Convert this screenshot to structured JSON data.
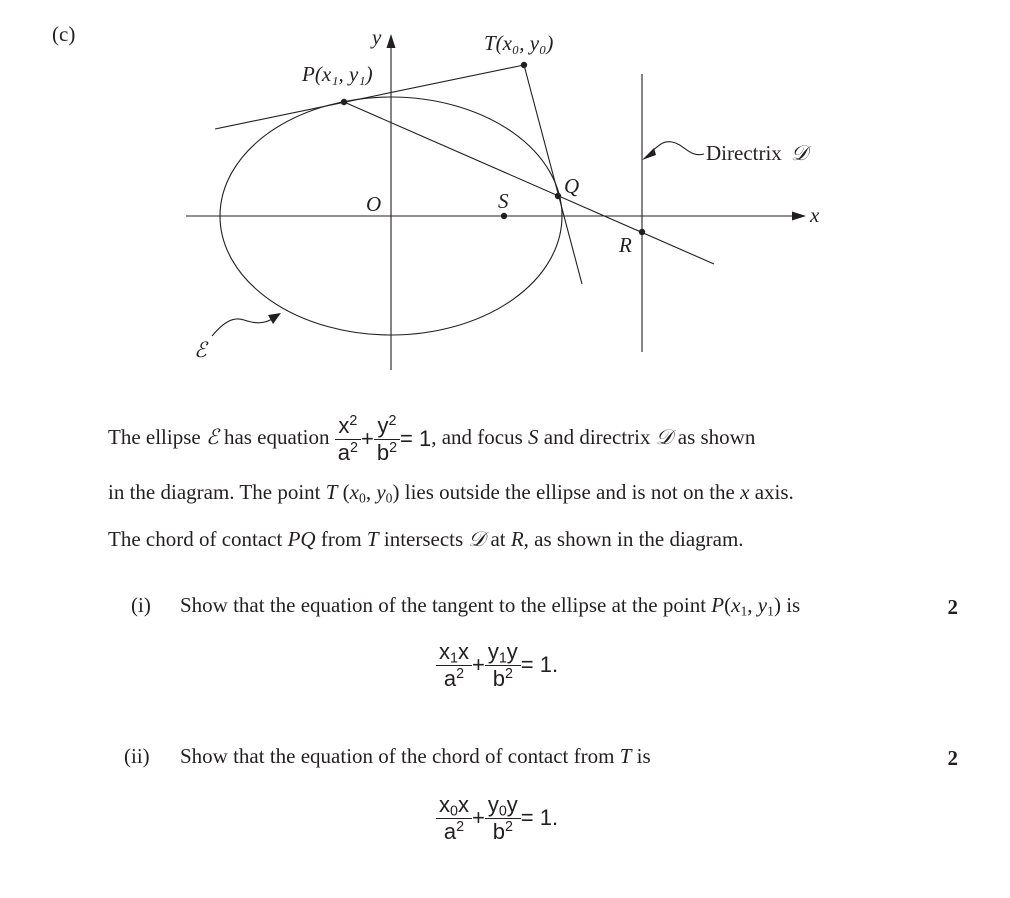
{
  "part": "(c)",
  "diagram": {
    "axis_x": "x",
    "axis_y": "y",
    "origin": "O",
    "focus": "S",
    "point_q": "Q",
    "point_r": "R",
    "point_t": "T(x₀, y₀)",
    "point_p": "P(x₁, y₁)",
    "directrix_label": "Directrix",
    "directrix_symbol": "𝒟",
    "ellipse_symbol": "ℰ"
  },
  "text": {
    "line1_a": "The ellipse",
    "ellipse_symbol": "ℰ",
    "line1_b": "has equation",
    "eq_x2": "x",
    "eq_a2": "a",
    "eq_y2": "y",
    "eq_b2": "b",
    "eq_one": "= 1",
    "line1_c": ", and focus",
    "focus": "S",
    "line1_d": "and directrix",
    "directrix_symbol": "𝒟",
    "line1_e": "as shown",
    "line2_a": "in the diagram. The point",
    "point_t": "T",
    "line2_b": "lies outside the ellipse and is not on the",
    "axis": "x",
    "line2_c": "axis.",
    "line3_a": "The chord of contact",
    "chord": "PQ",
    "line3_b": "from",
    "line3_c": "intersects",
    "line3_d": "at",
    "point_r": "R",
    "line3_e": ", as shown in the diagram."
  },
  "questions": [
    {
      "label": "(i)",
      "text": "Show that the equation of the tangent to the ellipse at the point",
      "point": "P",
      "tail": "is",
      "marks": "2",
      "eq_num1": "x",
      "eq_num1_sub": "1",
      "eq_num1_var": "x",
      "eq_den1": "a",
      "eq_num2": "y",
      "eq_num2_sub": "1",
      "eq_num2_var": "y",
      "eq_den2": "b",
      "eq_rhs": "= 1",
      "eq_end": "."
    },
    {
      "label": "(ii)",
      "text": "Show that the equation of the chord of contact from",
      "point": "T",
      "tail": "is",
      "marks": "2",
      "eq_num1": "x",
      "eq_num1_sub": "0",
      "eq_num1_var": "x",
      "eq_den1": "a",
      "eq_num2": "y",
      "eq_num2_sub": "0",
      "eq_num2_var": "y",
      "eq_den2": "b",
      "eq_rhs": "= 1.",
      "eq_end": ""
    }
  ]
}
